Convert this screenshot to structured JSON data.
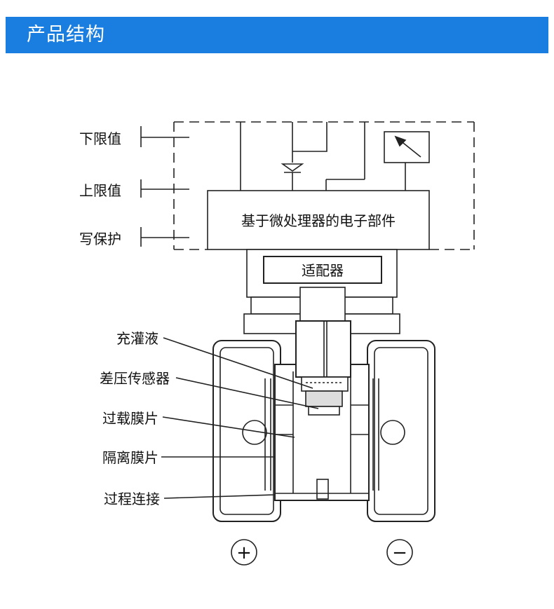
{
  "header": {
    "title": "产品结构",
    "bar_color": "#1a7ee0"
  },
  "diagram": {
    "left_labels": {
      "lower_limit": "下限值",
      "upper_limit": "上限值",
      "write_protect": "写保护"
    },
    "electronics_label": "基于微处理器的电子部件",
    "adapter_label": "适配器",
    "callouts": {
      "fill_fluid": "充灌液",
      "dp_sensor": "差压传感器",
      "overload_diaphragm": "过载膜片",
      "isolation_diaphragm": "隔离膜片",
      "process_connection": "过程连接"
    },
    "positive_symbol": "+",
    "negative_symbol": "−"
  }
}
